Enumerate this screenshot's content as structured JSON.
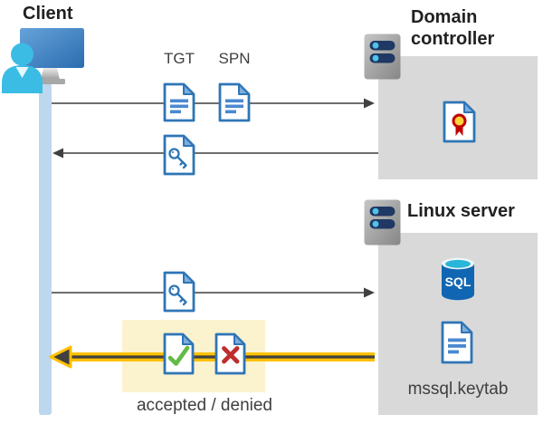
{
  "client": {
    "label": "Client"
  },
  "domain_controller": {
    "label": "Domain controller"
  },
  "linux_server": {
    "label": "Linux server"
  },
  "tickets": {
    "tgt_label": "TGT",
    "spn_label": "SPN"
  },
  "keytab": {
    "label": "mssql.keytab"
  },
  "result": {
    "label": "accepted / denied"
  },
  "sql_icon": {
    "label": "SQL"
  },
  "colors": {
    "doc_border_blue": "#2e75b6",
    "doc_fold_blue": "#7faddc",
    "doc_line_blue": "#4a89d0",
    "box_gray": "#d9d9d9",
    "arrow_gray": "#595959",
    "arrowhead_dark": "#404040",
    "timeline_blue": "#bdd7ee",
    "highlight_yellow": "#fbf2ce",
    "arrow_yellow": "#ffc000",
    "check_green": "#62bb46",
    "cross_red": "#be2e2e",
    "cert_yellow": "#ffd23e",
    "cert_red": "#c00000",
    "server_pill_navy": "#1f3864",
    "server_dot_cyan": "#4fc3e8",
    "person_cyan": "#3bbce4",
    "sql_body_blue": "#1066b2",
    "sql_top_cyan": "#29b6d8"
  }
}
